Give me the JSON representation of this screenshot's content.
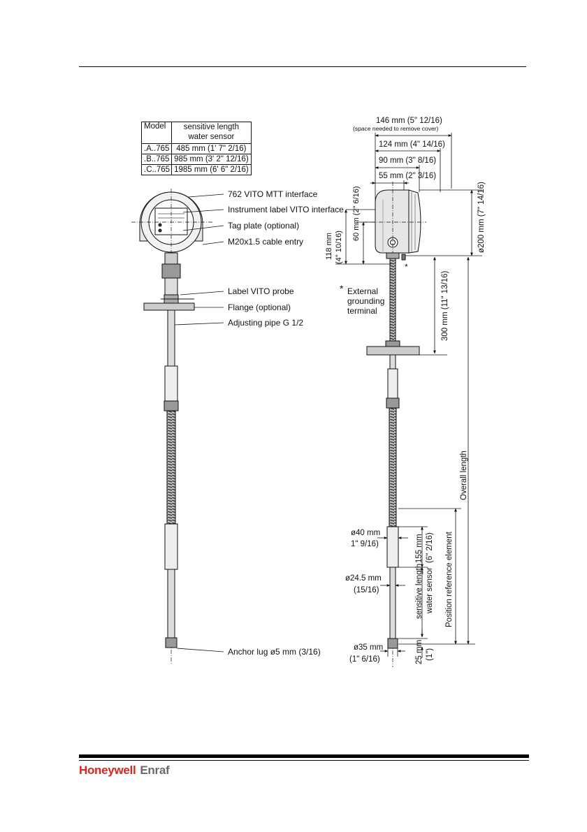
{
  "footer": {
    "brand": "Honeywell",
    "sub": "Enraf"
  },
  "table": {
    "headers": [
      "Model",
      "sensitive length",
      "water sensor"
    ],
    "rows": [
      {
        "model": ".A..765",
        "length": "485 mm (1' 7\" 2/16)"
      },
      {
        "model": ".B..765",
        "length": "985 mm (3' 2\" 12/16)"
      },
      {
        "model": ".C..765",
        "length": "1985 mm (6' 6\" 2/16)"
      }
    ]
  },
  "callouts": {
    "mtt": "762 VITO MTT interface",
    "label": "Instrument label VITO interface",
    "tag": "Tag plate (optional)",
    "cable": "M20x1.5 cable entry",
    "probe": "Label VITO probe",
    "flange": "Flange (optional)",
    "pipe": "Adjusting pipe G 1/2",
    "anchor": "Anchor lug ø5 mm (3/16)"
  },
  "dims": {
    "d146": "146 mm (5\" 12/16)",
    "d146note": "(space needed to remove cover)",
    "d124": "124 mm (4\" 14/16)",
    "d90": "90 mm (3\" 8/16)",
    "d55": "55 mm (2\" 3/16)",
    "d60": "60 mm (2\" 6/16)",
    "d118a": "118 mm",
    "d118b": "(4\" 10/16)",
    "d200": "ø200 mm (7\" 14/16)",
    "d300": "300 mm (11\" 13/16)",
    "overall": "Overall length",
    "posref": "Position reference element",
    "d40a": "ø40 mm",
    "d40b": "1\" 9/16)",
    "d155a": "155 mm",
    "d155b": "(6\" 2/16)",
    "d245a": "ø24.5 mm",
    "d245b": "(15/16)",
    "sensa": "sensitive length",
    "sensb": "water sensor",
    "d35a": "ø35 mm",
    "d35b": "(1\" 6/16)",
    "d25a": "25 mm",
    "d25b": "(1\")"
  },
  "grounding": {
    "star": "*",
    "l1": "External",
    "l2": "grounding",
    "l3": "terminal"
  }
}
